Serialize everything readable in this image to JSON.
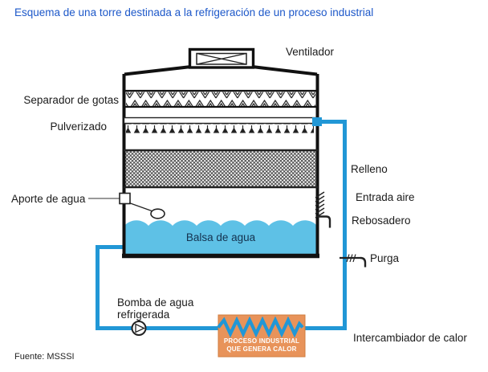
{
  "title": "Esquema de una torre destinada a la refrigeración de un proceso industrial",
  "footer": {
    "source": "Fuente: MSSSI"
  },
  "diagram": {
    "labels": {
      "ventilador": "Ventilador",
      "separador_gotas": "Separador de gotas",
      "pulverizado": "Pulverizado",
      "relleno": "Relleno",
      "aporte_agua": "Aporte de agua",
      "entrada_aire": "Entrada aire",
      "rebosadero": "Rebosadero",
      "balsa_agua": "Balsa de agua",
      "purga": "Purga",
      "bomba": "Bomba de agua refrigerada",
      "intercambiador": "Intercambiador de calor",
      "proceso": "PROCESO INDUSTRIAL QUE GENERA CALOR"
    },
    "colors": {
      "title_text": "#1d58c9",
      "pipe": "#2197d6",
      "water": "#5ec1e6",
      "process_box": "#e8935a",
      "process_box_border": "#d07c3f",
      "process_text": "#ffffff",
      "outline": "#111111",
      "label_text": "#1a1a1a",
      "basin_text": "#14324f"
    }
  }
}
